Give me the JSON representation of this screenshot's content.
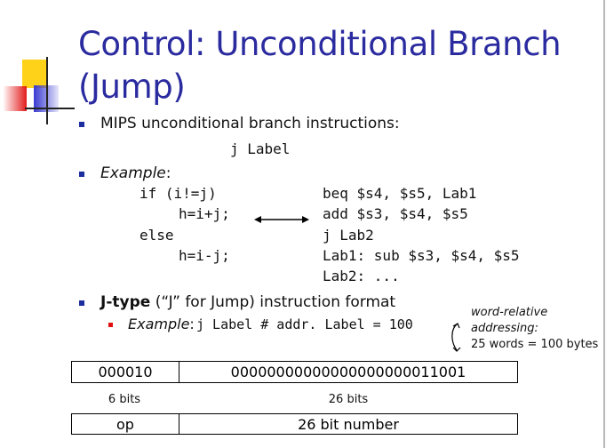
{
  "slide": {
    "title": "Control: Unconditional Branch (Jump)"
  },
  "bullets": {
    "b1": {
      "text": "MIPS unconditional branch instructions:",
      "code": "j Label"
    },
    "b2": {
      "label": "Example",
      "colon": ":",
      "c_lines": [
        "if (i!=j)",
        "h=i+j;",
        "else",
        "h=i-j;"
      ],
      "asm_lines": [
        "beq $s4, $s5, Lab1",
        "add $s3, $s4, $s5",
        "j Lab2",
        "Lab1: sub $s3, $s4, $s5",
        "Lab2: ..."
      ]
    },
    "b3": {
      "bold": "J-type",
      "rest": " (“J” for Jump) instruction format",
      "sub": {
        "label": "Example",
        "colon": ":",
        "code": "j Label # addr. Label = 100"
      }
    }
  },
  "annotation": {
    "line1": "word-relative",
    "line2": "addressing:",
    "line3": "25 words = 100 bytes"
  },
  "format": {
    "op_bits": "000010",
    "addr_bits": "00000000000000000000011001",
    "op_size": "6 bits",
    "addr_size": "26 bits",
    "op_name": "op",
    "addr_name": "26 bit number"
  },
  "icons": {
    "bullet": "square-bullet-icon",
    "sub_bullet": "red-square-bullet-icon",
    "double_arrow": "double-arrow-icon",
    "curved_arrow": "curved-arrow-icon",
    "logo": "slide-logo"
  },
  "colors": {
    "title": "#2b2ba0",
    "bullet": "#1c2da0",
    "sub_bullet": "#e01010",
    "logo_yellow": "#ffd21a",
    "logo_red": "#e21b1b",
    "logo_blue": "#3a3ad0"
  }
}
